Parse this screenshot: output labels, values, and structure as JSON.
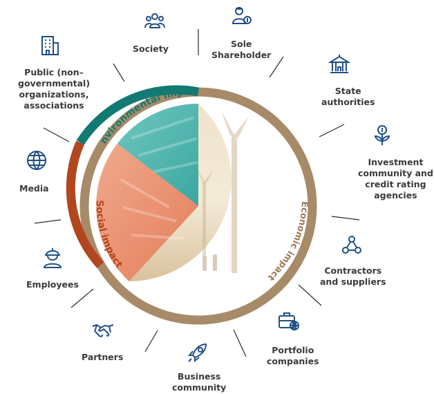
{
  "segments": {
    "environmental": {
      "label": "Environmental impact",
      "color": "#137a73"
    },
    "social": {
      "label": "Social impact",
      "color": "#b2461e"
    },
    "economic": {
      "label": "Economic impact",
      "color": "#a78a68"
    }
  },
  "stakeholders": {
    "society": "Society",
    "sole_shareholder": "Sole\nShareholder",
    "state_authorities": "State\nauthorities",
    "investment_community": "Investment\ncommunity and\ncredit rating\nagencies",
    "contractors": "Contractors\nand suppliers",
    "portfolio": "Portfolio\ncompanies",
    "business": "Business\ncommunity",
    "partners": "Partners",
    "employees": "Employees",
    "media": "Media",
    "public_orgs": "Public (non–\ngovernmental)\norganizations,\nassociations"
  },
  "icons": {
    "society": "people-group-icon",
    "sole_shareholder": "person-with-money-icon",
    "state_authorities": "government-building-icon",
    "investment_community": "plant-money-icon",
    "contractors": "network-people-icon",
    "portfolio": "briefcase-globe-icon",
    "business": "rocket-icon",
    "partners": "handshake-icon",
    "employees": "worker-helmet-icon",
    "media": "globe-icon",
    "public_orgs": "office-building-icon"
  },
  "colors": {
    "icon": "#1e4f86",
    "text": "#3a3a3a",
    "connector": "#2a2a2a"
  }
}
